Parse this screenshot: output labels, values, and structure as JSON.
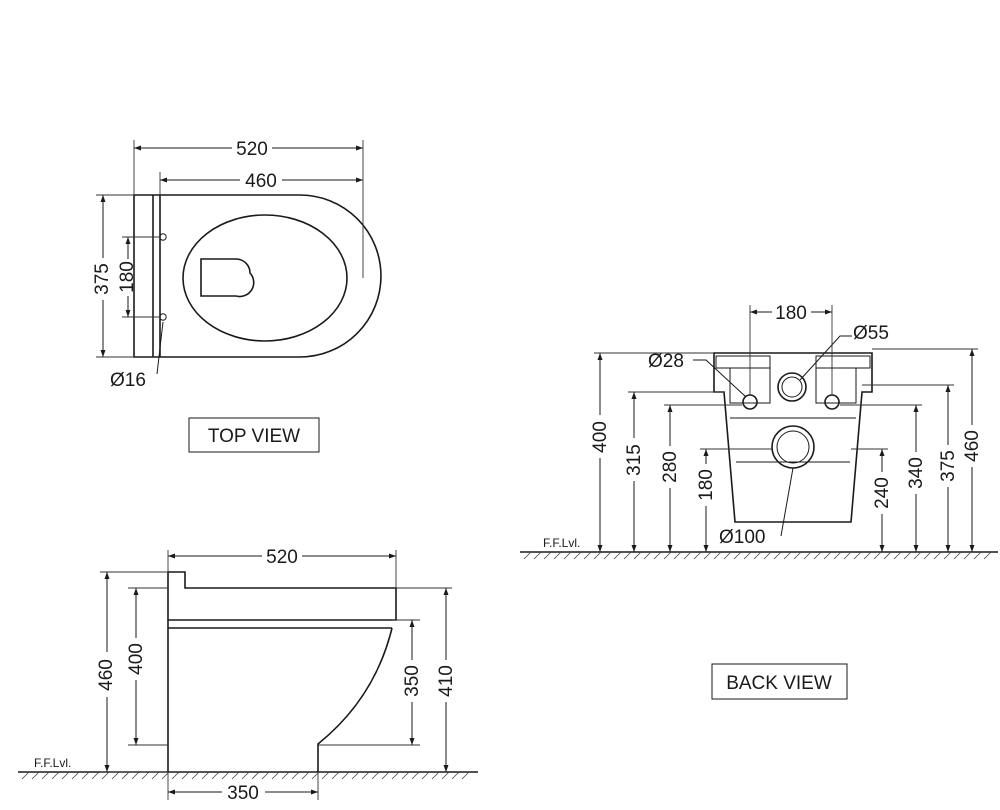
{
  "views": {
    "top": {
      "title": "TOP VIEW",
      "dims": {
        "overall_length": "520",
        "seat_length": "460",
        "width": "375",
        "fixing_spacing": "180",
        "fixing_hole": "Ø16"
      }
    },
    "side": {
      "title": "",
      "floor_label": "F.F.Lvl.",
      "dims": {
        "length": "520",
        "base_length": "350",
        "height_total": "460",
        "height_bowl": "400",
        "height_back": "350",
        "height_right": "410"
      }
    },
    "back": {
      "title": "BACK VIEW",
      "floor_label": "F.F.Lvl.",
      "dims": {
        "fixing_spacing": "180",
        "water_inlet": "Ø55",
        "fixing_hole": "Ø28",
        "outlet": "Ø100",
        "h_400": "400",
        "h_315": "315",
        "h_280": "280",
        "h_180": "180",
        "h_240": "240",
        "h_340": "340",
        "h_375": "375",
        "h_460": "460"
      }
    }
  }
}
